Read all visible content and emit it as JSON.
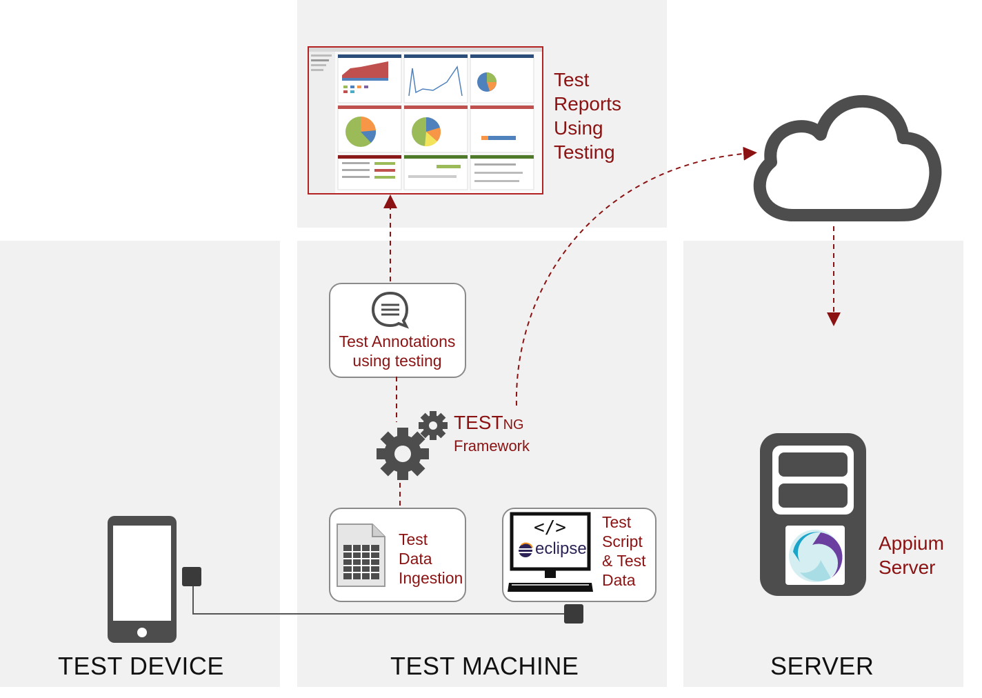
{
  "zones": {
    "device_label": "TEST DEVICE",
    "machine_label": "TEST MACHINE",
    "server_label": "SERVER"
  },
  "report_caption": [
    "Test",
    "Reports",
    "Using",
    "Testing"
  ],
  "annotations_box": {
    "line1": "Test Annotations",
    "line2": "using testing"
  },
  "framework": {
    "title_big": "TEST",
    "title_small": "NG",
    "subtitle": "Framework"
  },
  "data_box": [
    "Test",
    "Data",
    "Ingestion"
  ],
  "script_box": [
    "Test",
    "Script",
    "& Test",
    "Data"
  ],
  "eclipse_logo_text": "eclipse",
  "code_glyph": "</>",
  "appium": [
    "Appium",
    "Server"
  ],
  "colors": {
    "accent": "#8b1212",
    "icon_gray": "#4d4d4d",
    "panel": "#f1f1f1",
    "box_border": "#8a8a8a"
  },
  "icons": [
    "cloud-icon",
    "server-icon",
    "phone-icon",
    "gears-icon",
    "chat-bubble-icon",
    "spreadsheet-icon",
    "computer-icon",
    "appium-logo"
  ]
}
